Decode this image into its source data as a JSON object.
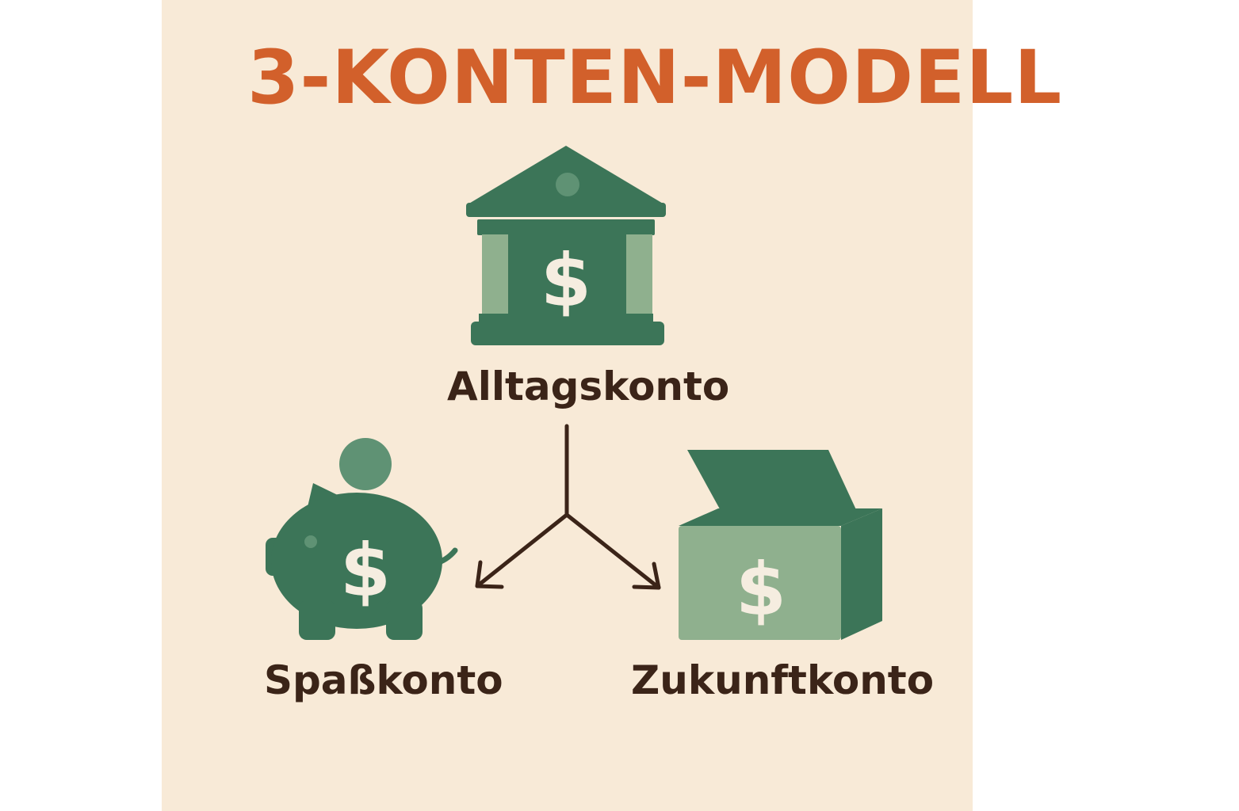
{
  "title": "3-KONTEN-MODELL",
  "colors": {
    "background": "#f8ead7",
    "title": "#d2602b",
    "text": "#3b2418",
    "green_dark": "#3c7558",
    "green_mid": "#5f9274",
    "green_light": "#8fb08e",
    "cream": "#f5ede0",
    "arrow": "#3b2418"
  },
  "accounts": {
    "main": {
      "label": "Alltagskonto",
      "icon": "bank-icon",
      "symbol": "$"
    },
    "left": {
      "label": "Spaßkonto",
      "icon": "piggy-bank-icon",
      "symbol": "$"
    },
    "right": {
      "label": "Zukunftkonto",
      "icon": "box-icon",
      "symbol": "$"
    }
  }
}
